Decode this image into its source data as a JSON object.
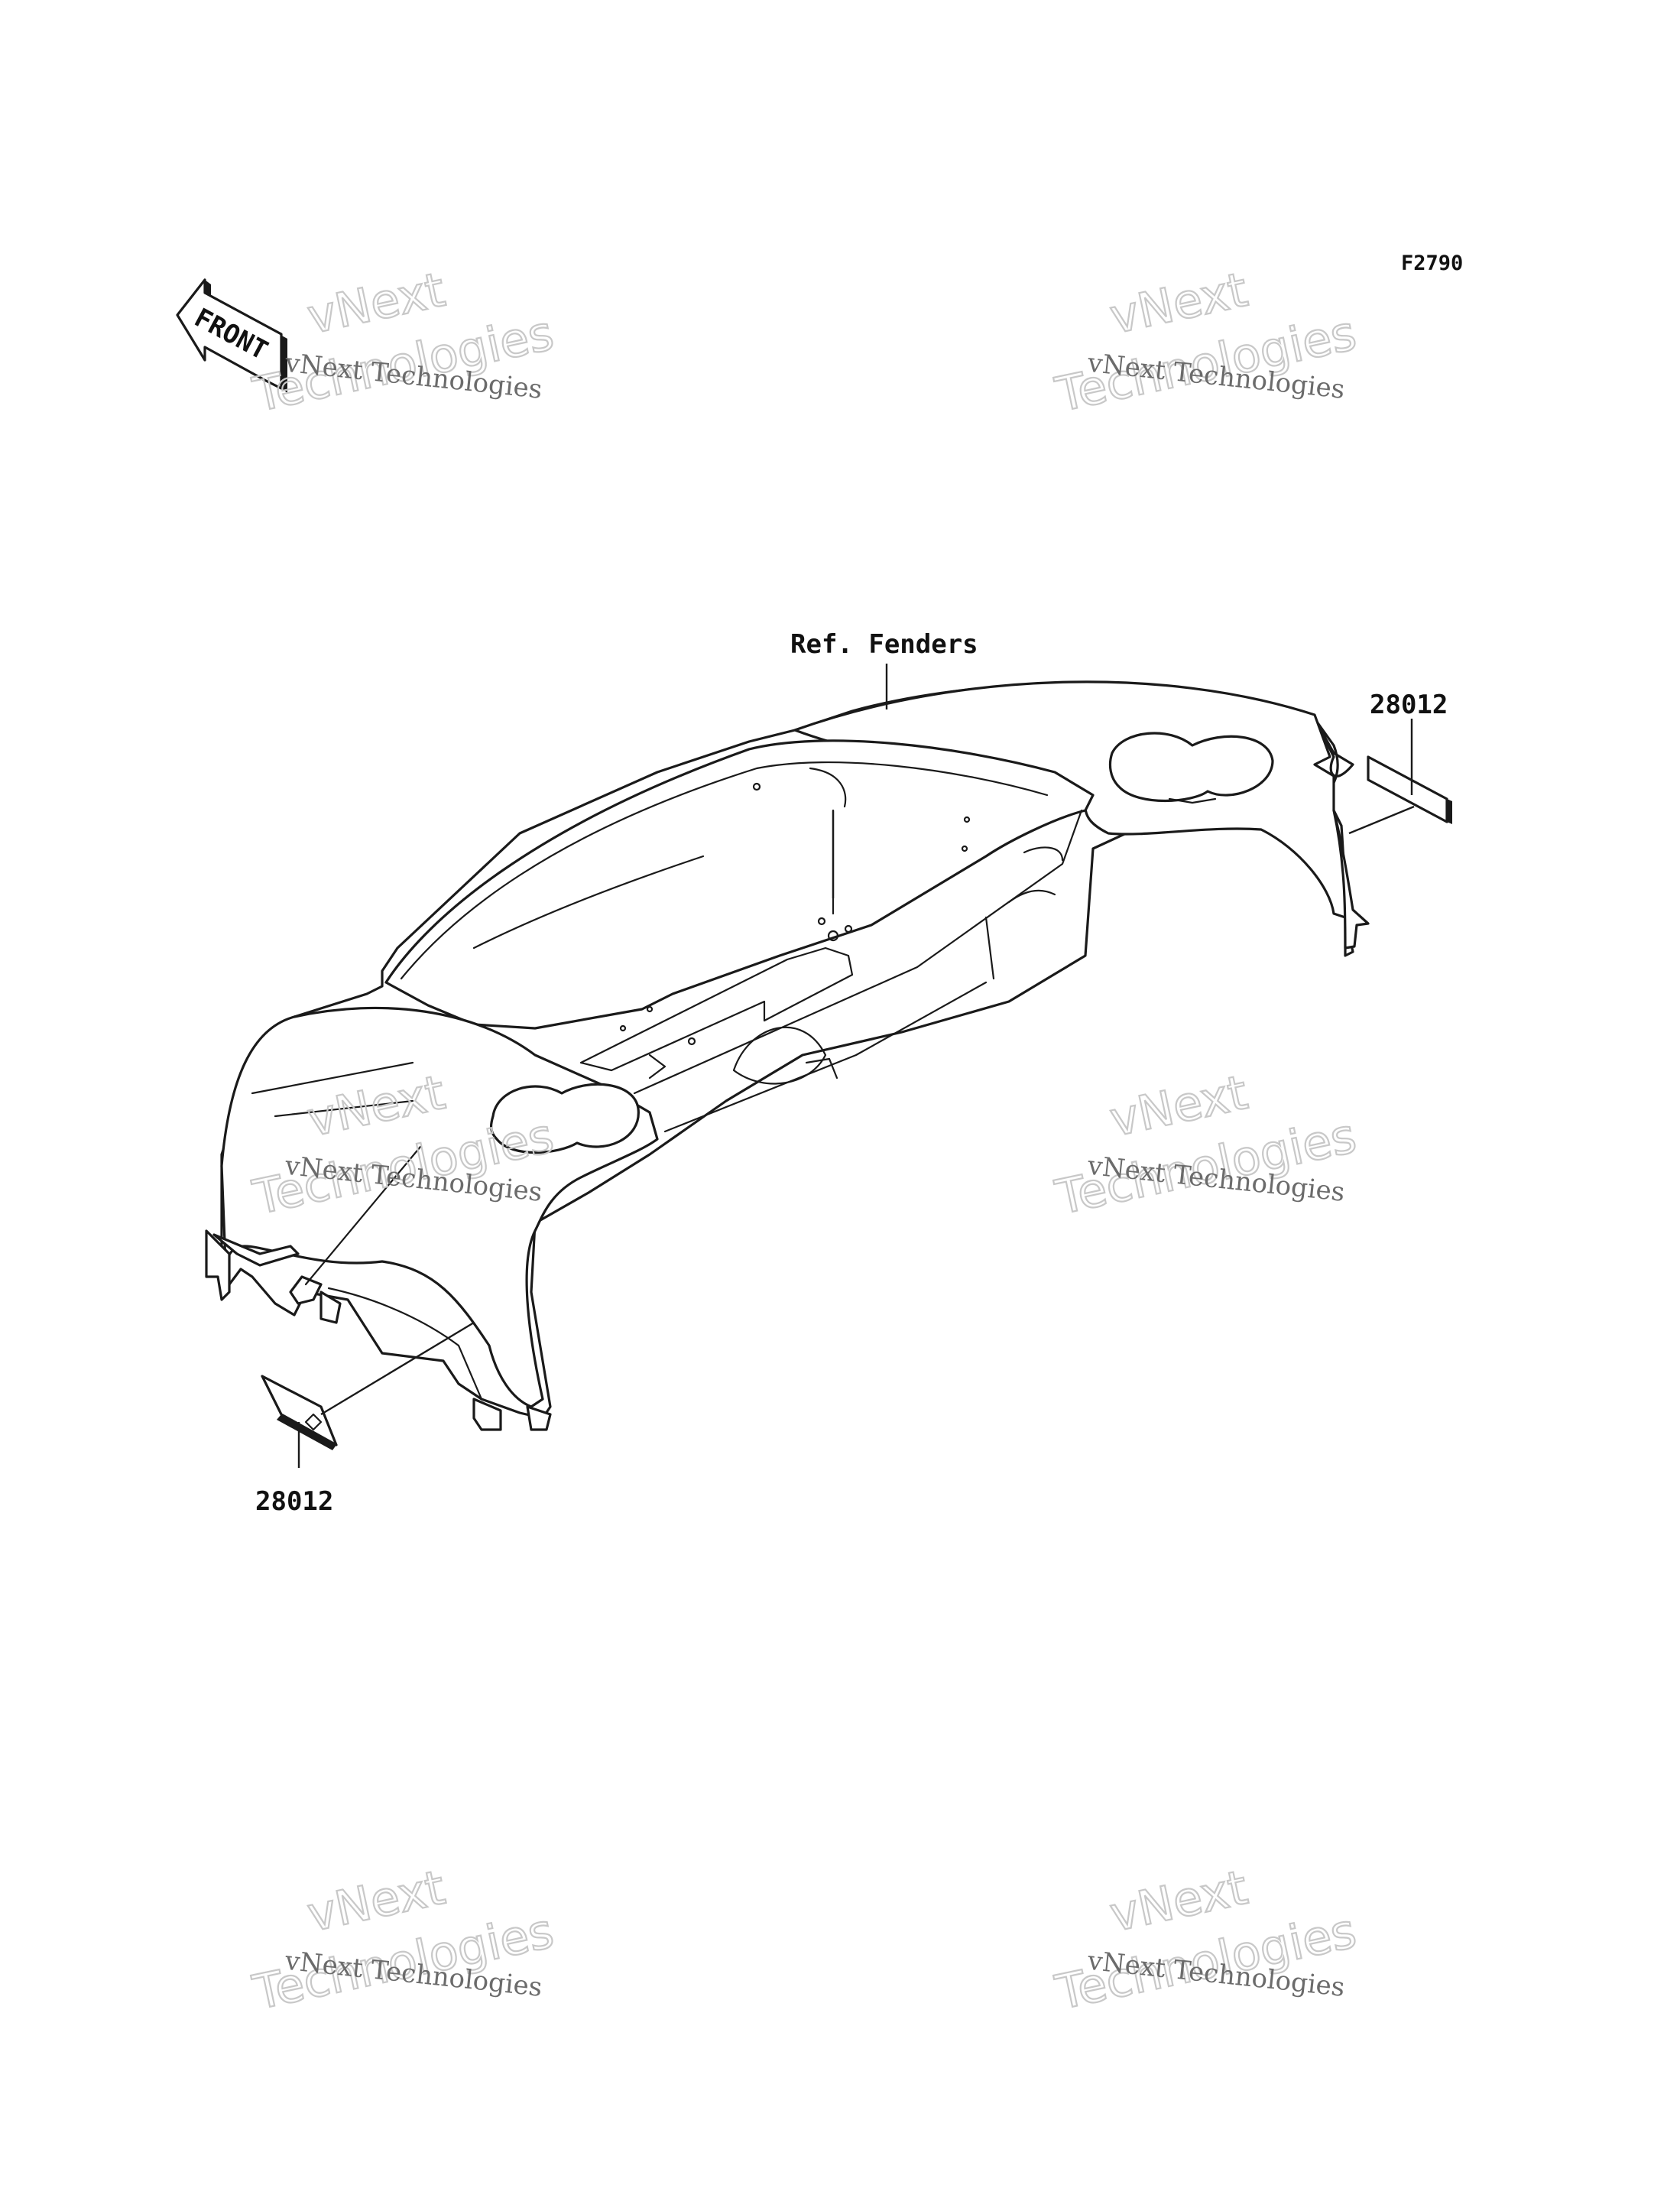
{
  "figure_code": "F2790",
  "front_marker": "FRONT",
  "labels": {
    "ref_fenders": "Ref. Fenders",
    "part_right": "28012",
    "part_left": "28012"
  },
  "watermark": {
    "line1": "vNext Technologies",
    "line2a": "vNext",
    "line2b": "Technologies"
  }
}
